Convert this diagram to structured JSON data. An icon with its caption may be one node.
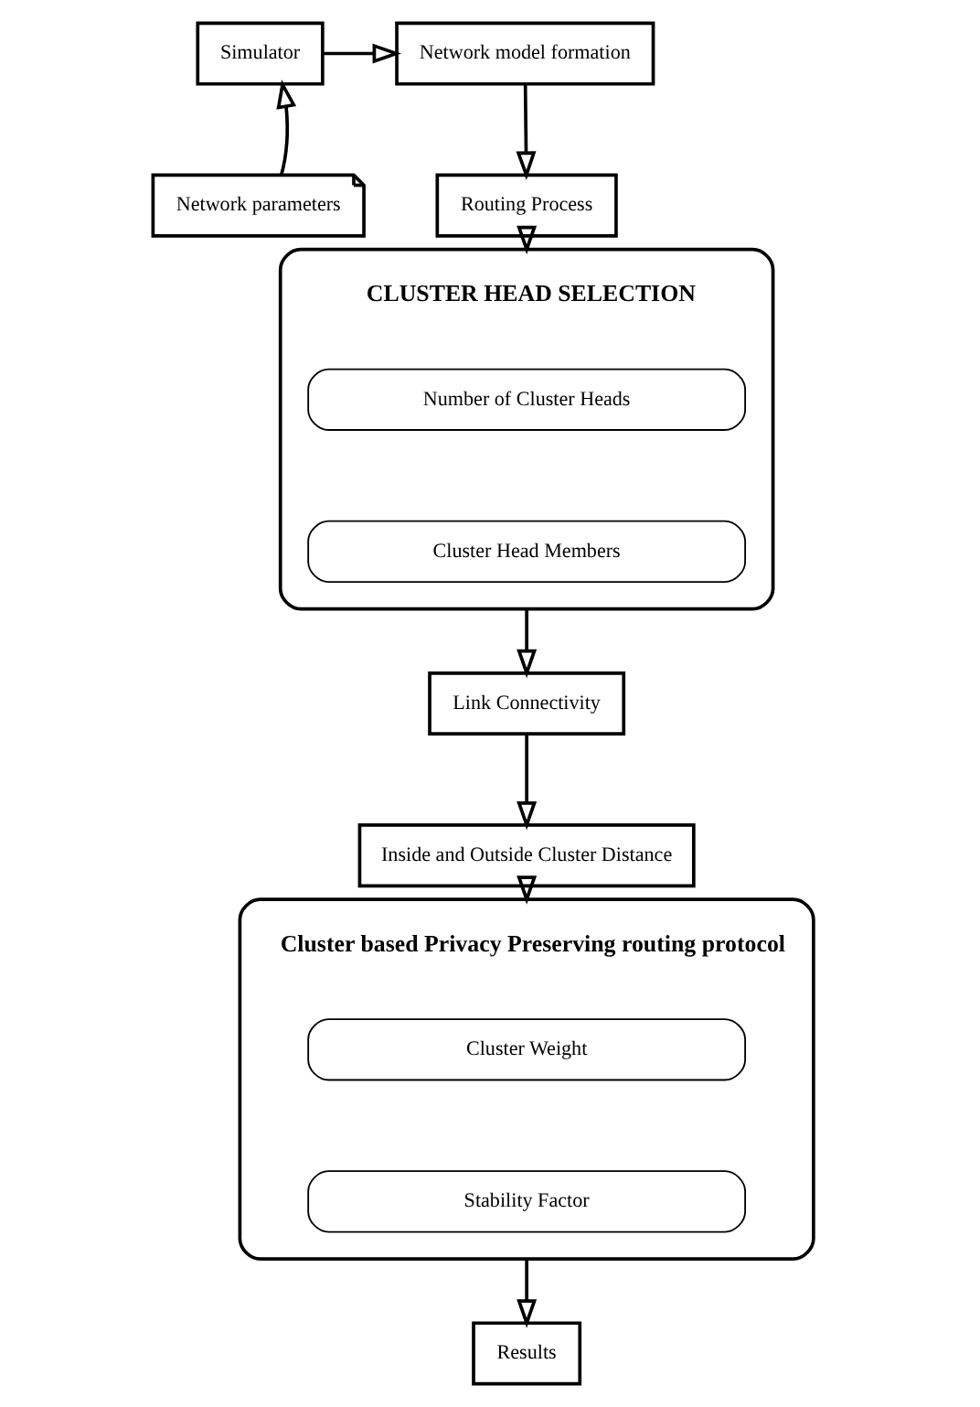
{
  "diagram": {
    "nodes": [
      {
        "text": [
          "Simulator"
        ]
      },
      {
        "text": [
          "Network model formation"
        ]
      },
      {
        "text": [
          "Network parameters"
        ]
      },
      {
        "text": [
          "Routing Process"
        ]
      },
      {
        "text": [
          "CLUSTER HEAD SELECTION"
        ]
      },
      {
        "text": [
          "Number of Cluster Heads"
        ],
        "in": 4
      },
      {
        "text": [
          "Cluster Head Members"
        ],
        "in": 4
      },
      {
        "text": [
          "Link Connectivity"
        ]
      },
      {
        "text": [
          "Inside and Outside Cluster Distance"
        ]
      },
      {
        "text": [
          "Cluster based Privacy Preserving routing protocol"
        ]
      },
      {
        "text": [
          "Cluster Weight"
        ],
        "in": 9
      },
      {
        "text": [
          "Stability Factor"
        ],
        "in": 9
      },
      {
        "text": [
          "Results"
        ]
      }
    ],
    "edges": [
      {
        "from": 2,
        "to": 0,
        "arrow": "to"
      },
      {
        "from": 0,
        "to": 1,
        "arrow": "to"
      },
      {
        "from": 1,
        "to": 3,
        "arrow": "to"
      },
      {
        "from": 3,
        "to": 4,
        "arrow": "to"
      },
      {
        "from": 4,
        "to": 7,
        "arrow": "to"
      },
      {
        "from": 7,
        "to": 8,
        "arrow": "to"
      },
      {
        "from": 8,
        "to": 9,
        "arrow": "to"
      },
      {
        "from": 9,
        "to": 12,
        "arrow": "to"
      }
    ]
  }
}
